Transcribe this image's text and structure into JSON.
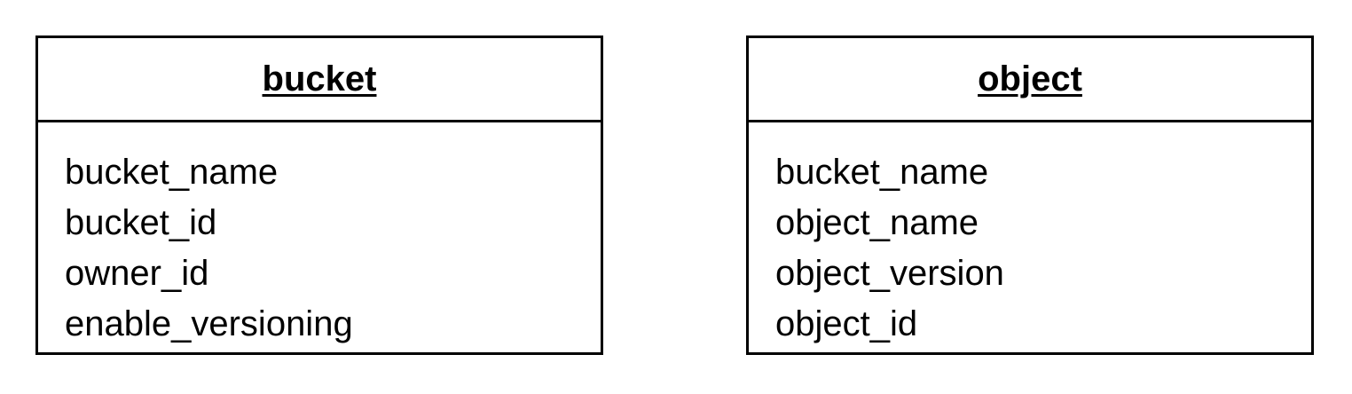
{
  "entities": [
    {
      "title": "bucket",
      "attributes": [
        "bucket_name",
        "bucket_id",
        "owner_id",
        "enable_versioning"
      ]
    },
    {
      "title": "object",
      "attributes": [
        "bucket_name",
        "object_name",
        "object_version",
        "object_id"
      ]
    }
  ]
}
